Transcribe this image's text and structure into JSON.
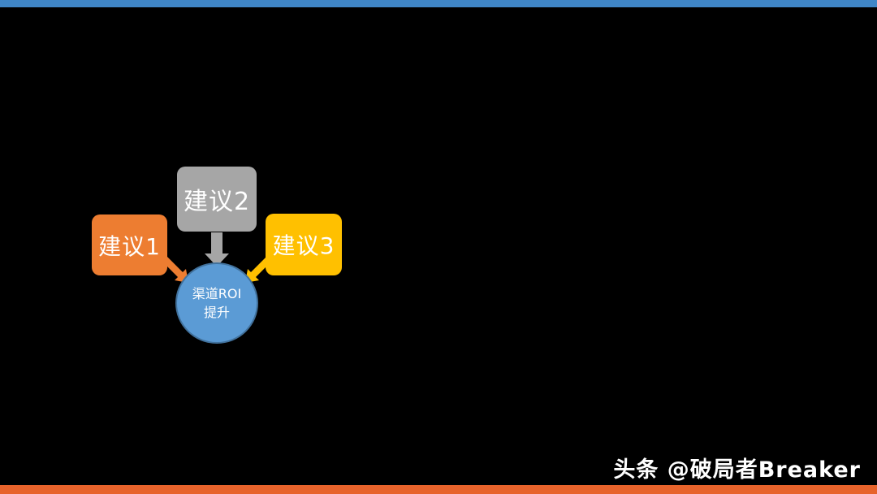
{
  "slide": {
    "background_color": "#000000",
    "top_bar_color": "#3f86c7",
    "bottom_bar_color": "#e7632b"
  },
  "diagram": {
    "suggestion1": {
      "label": "建议1",
      "color": "#ed7d31"
    },
    "suggestion2": {
      "label": "建议2",
      "color": "#a6a6a6"
    },
    "suggestion3": {
      "label": "建议3",
      "color": "#ffc000"
    },
    "center_circle": {
      "line1": "渠道ROI",
      "line2": "提升",
      "fill": "#5b9bd5",
      "border": "#41719c"
    },
    "arrows": {
      "gray": "#a6a6a6",
      "orange": "#ed7d31",
      "yellow": "#ffc000"
    }
  },
  "watermark": {
    "text": "头条 @破局者Breaker",
    "color": "#ffffff"
  }
}
